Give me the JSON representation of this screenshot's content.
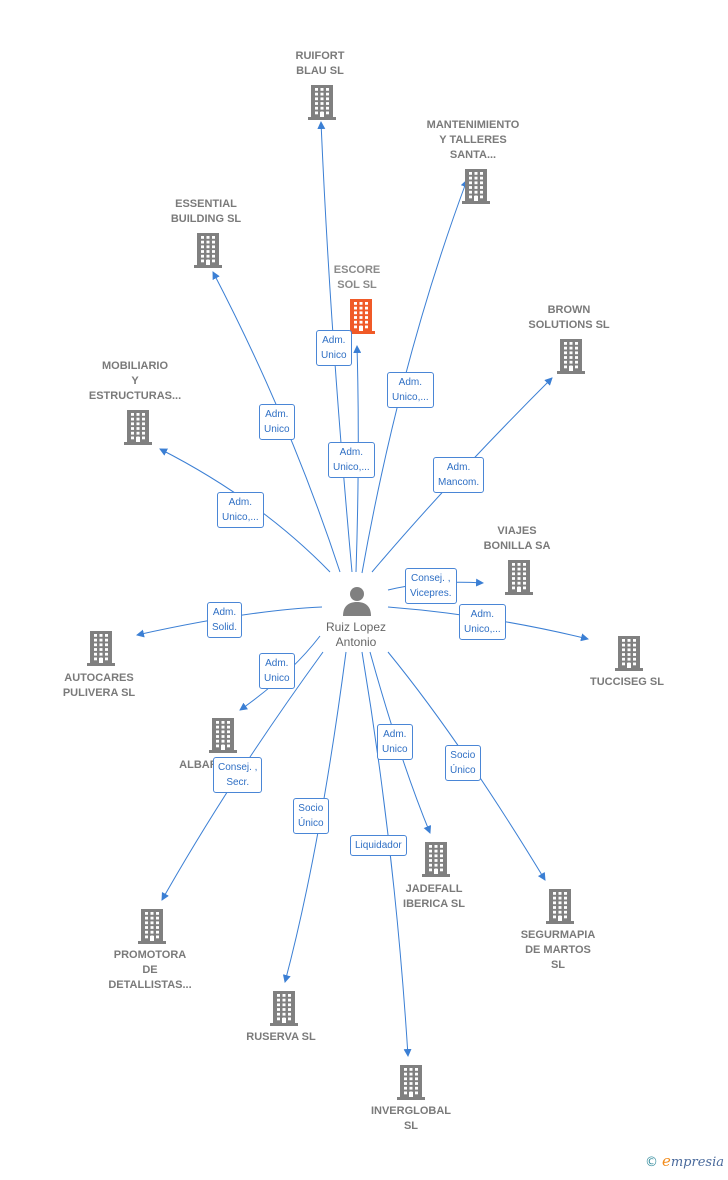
{
  "center": {
    "name": "Ruiz Lopez\nAntonio"
  },
  "companies": [
    {
      "id": "ruifort",
      "label": "RUIFORT\nBLAU SL"
    },
    {
      "id": "mantenimiento",
      "label": "MANTENIMIENTO\nY TALLERES\nSANTA..."
    },
    {
      "id": "essential",
      "label": "ESSENTIAL\nBUILDING SL"
    },
    {
      "id": "escore",
      "label": "ESCORE\nSOL  SL",
      "highlight": true
    },
    {
      "id": "brown",
      "label": "BROWN\nSOLUTIONS SL"
    },
    {
      "id": "mobiliario",
      "label": "MOBILIARIO\nY\nESTRUCTURAS..."
    },
    {
      "id": "viajes",
      "label": "VIAJES\nBONILLA SA"
    },
    {
      "id": "autocares",
      "label": "AUTOCARES\nPULIVERA SL"
    },
    {
      "id": "tucciseg",
      "label": "TUCCISEG  SL"
    },
    {
      "id": "albar",
      "label": "ALBAR..."
    },
    {
      "id": "jadefall",
      "label": "JADEFALL\nIBERICA SL"
    },
    {
      "id": "segurmapia",
      "label": "SEGURMAPIA\nDE MARTOS\nSL"
    },
    {
      "id": "promotora",
      "label": "PROMOTORA\nDE\nDETALLISTAS..."
    },
    {
      "id": "ruserva",
      "label": "RUSERVA SL"
    },
    {
      "id": "inverglobal",
      "label": "INVERGLOBAL\nSL"
    }
  ],
  "relations": [
    {
      "target": "ruifort",
      "label": "Adm.\nUnico"
    },
    {
      "target": "mantenimiento",
      "label": "Adm.\nUnico,..."
    },
    {
      "target": "essential",
      "label": "Adm.\nUnico"
    },
    {
      "target": "escore",
      "label": "Adm.\nUnico,..."
    },
    {
      "target": "brown",
      "label": "Adm.\nMancom."
    },
    {
      "target": "mobiliario",
      "label": "Adm.\nUnico,..."
    },
    {
      "target": "viajes",
      "label": "Consej. ,\nVicepres."
    },
    {
      "target": "autocares",
      "label": "Adm.\nSolid."
    },
    {
      "target": "tucciseg",
      "label": "Adm.\nUnico,..."
    },
    {
      "target": "albar",
      "label": "Adm.\nUnico"
    },
    {
      "target": "jadefall",
      "label": "Adm.\nUnico"
    },
    {
      "target": "segurmapia",
      "label": "Socio\nÚnico"
    },
    {
      "target": "promotora",
      "label": "Consej. ,\nSecr."
    },
    {
      "target": "ruserva",
      "label": "Socio\nÚnico"
    },
    {
      "target": "inverglobal",
      "label": "Liquidador"
    }
  ],
  "colors": {
    "edge": "#3b7fd4",
    "building": "#808080",
    "building_highlight": "#f05a28",
    "relation_text": "#2f6fc4"
  },
  "footer": {
    "copyright": "©",
    "brand_first": "e",
    "brand_rest": "mpresia"
  }
}
